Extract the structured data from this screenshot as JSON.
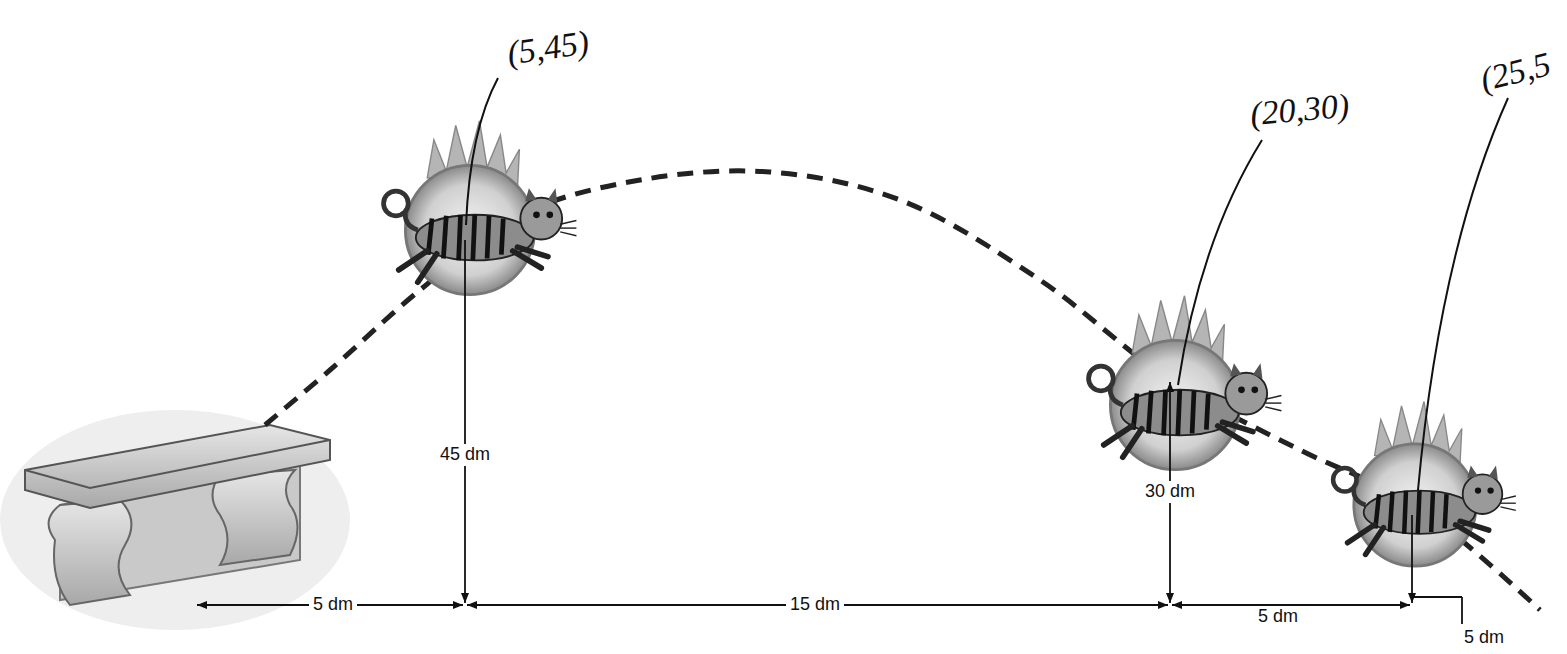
{
  "diagram": {
    "labels": [
      "(5,45)",
      "(20,30)",
      "(25,5",
      "45 dm",
      "30 dm",
      "5 dm",
      "15 dm",
      "5 dm",
      "5 dm"
    ]
  }
}
